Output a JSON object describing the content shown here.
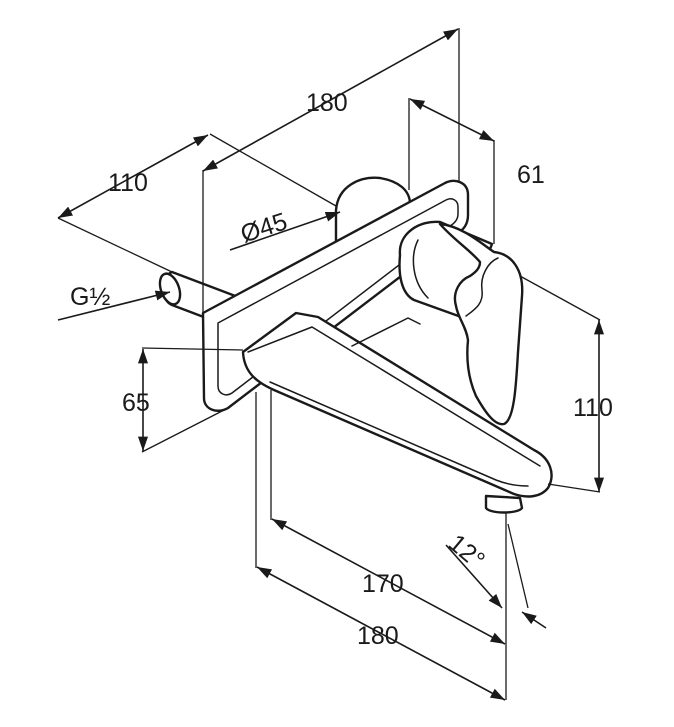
{
  "figure": {
    "labels": {
      "depth_total": "180",
      "depth_left": "110",
      "plate_depth": "61",
      "diameter": "Ø45",
      "thread": "G½",
      "height_left": "65",
      "height_right": "110",
      "spout_length": "170",
      "spout_total": "180",
      "angle": "12°"
    },
    "colors": {
      "line": "#1a1a1a",
      "background": "#ffffff"
    }
  }
}
